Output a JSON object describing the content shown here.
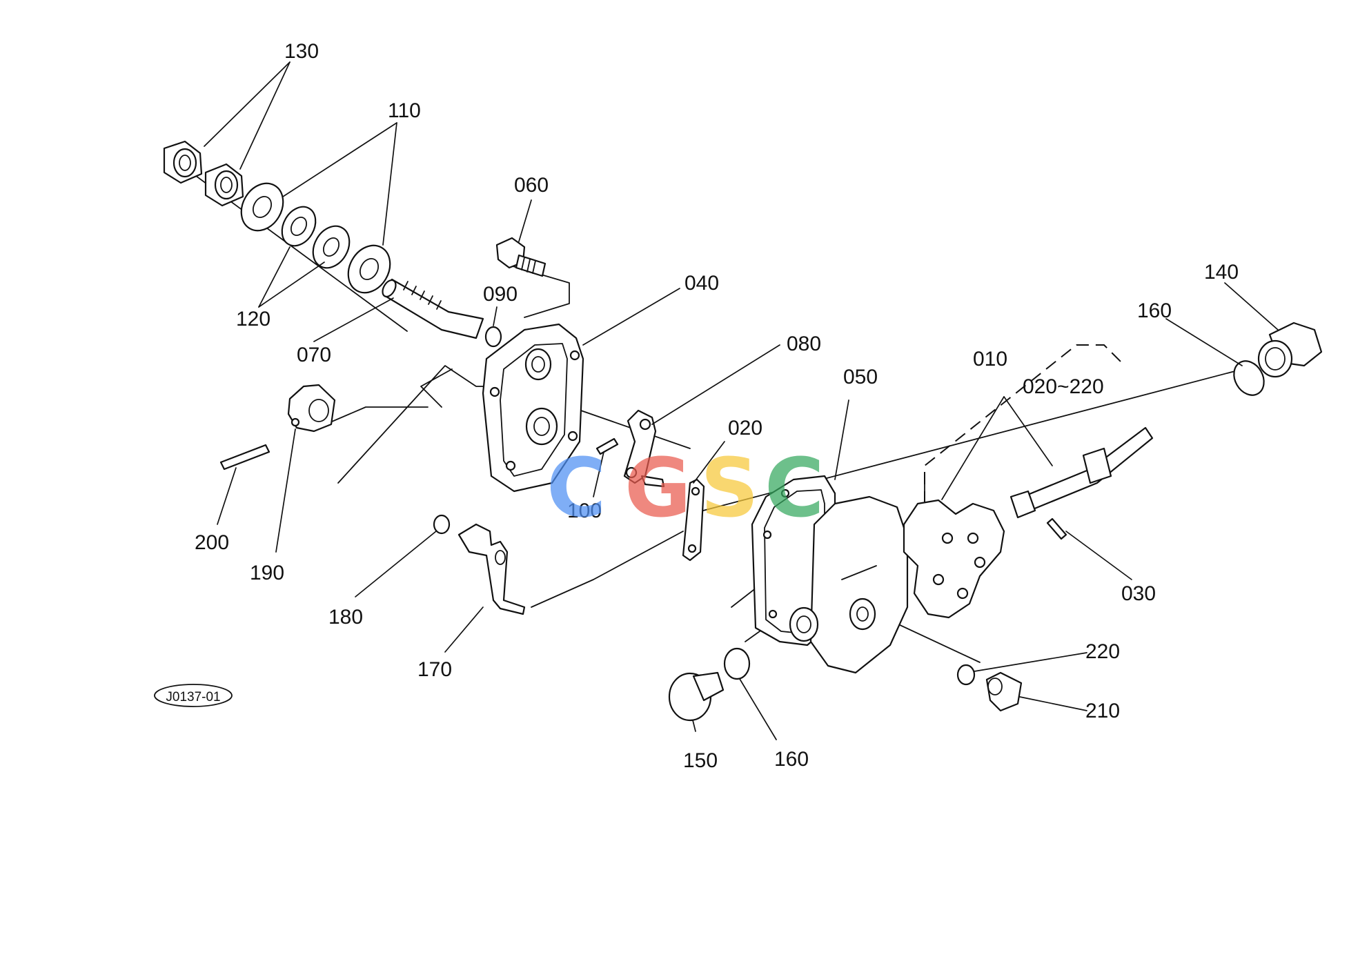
{
  "diagram_code": "J0137-01",
  "watermark": {
    "letters": [
      "C",
      "G",
      "S",
      "C"
    ],
    "colors": [
      "#4f8ff3",
      "#ea5b4e",
      "#f8c93a",
      "#36a85f"
    ]
  },
  "callouts": {
    "c010": "010",
    "c020": "020",
    "c020_220": "020~220",
    "c030": "030",
    "c040": "040",
    "c050": "050",
    "c060": "060",
    "c070": "070",
    "c080": "080",
    "c090": "090",
    "c100": "100",
    "c110": "110",
    "c120": "120",
    "c130": "130",
    "c140": "140",
    "c150": "150",
    "c160a": "160",
    "c160b": "160",
    "c170": "170",
    "c180": "180",
    "c190": "190",
    "c200": "200",
    "c210": "210",
    "c220": "220"
  }
}
